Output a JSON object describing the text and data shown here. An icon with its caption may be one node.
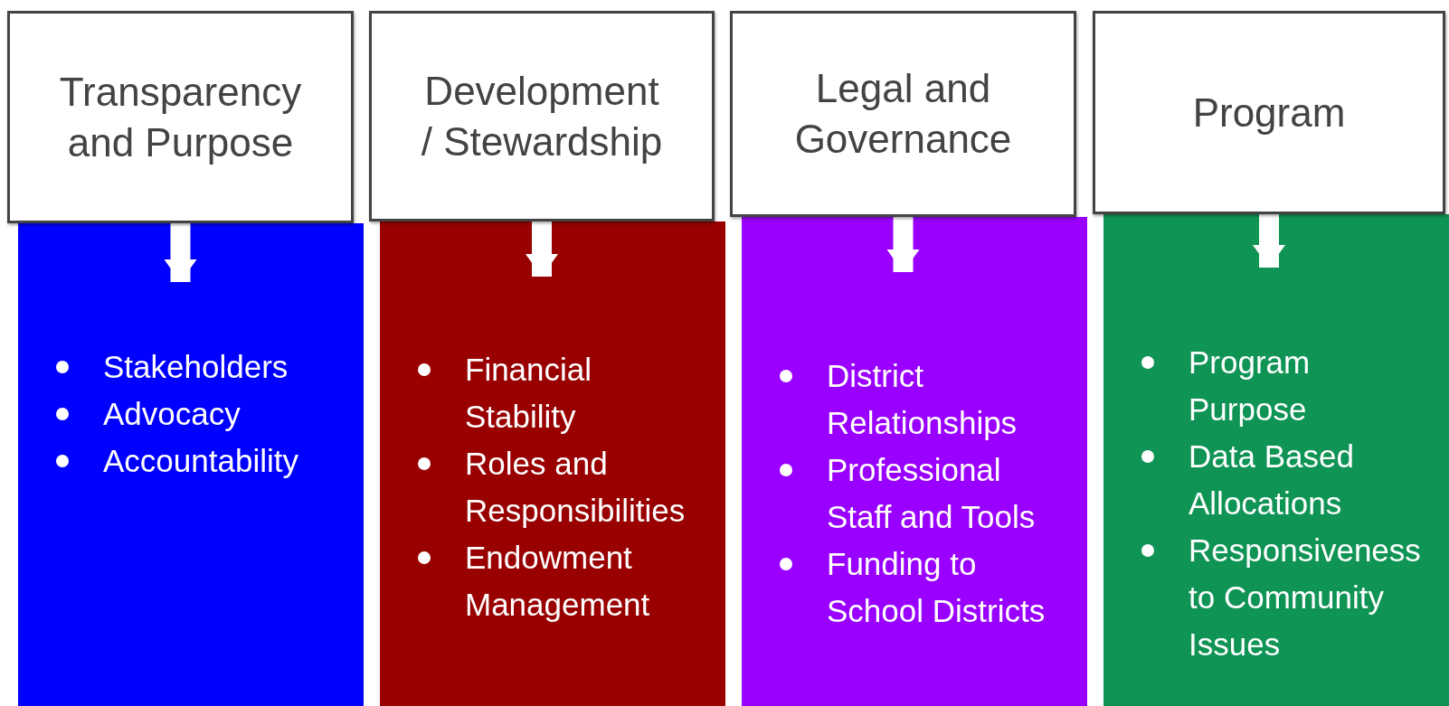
{
  "diagram": {
    "nodes": [
      {
        "text": [
          "Transparency and Purpose"
        ]
      },
      {
        "text": [],
        "shape": "bar"
      },
      {
        "text": [
          "Stakeholders",
          "Advocacy",
          "Accountability"
        ],
        "in": 1
      },
      {
        "text": [
          "Development / Stewardship"
        ]
      },
      {
        "text": [],
        "shape": "bar"
      },
      {
        "text": [
          "Financial Stability",
          "Roles and Responsibilities",
          "Endowment Management"
        ],
        "in": 4
      },
      {
        "text": [
          "Legal and Governance"
        ]
      },
      {
        "text": [],
        "shape": "bar"
      },
      {
        "text": [
          "District Relationships",
          "Professional Staff and Tools",
          "Funding to School Districts"
        ],
        "in": 7
      },
      {
        "text": [
          "Program"
        ]
      },
      {
        "text": [],
        "shape": "bar"
      },
      {
        "text": [
          "Program Purpose",
          "Data Based Allocations",
          "Responsiveness to Community Issues"
        ],
        "in": 10
      }
    ],
    "edges": [
      {
        "from": 0,
        "to": 2,
        "arrow": "to"
      },
      {
        "from": 3,
        "to": 5,
        "arrow": "to"
      },
      {
        "from": 6,
        "to": 8,
        "arrow": "to"
      },
      {
        "from": 9,
        "to": 11,
        "arrow": "to"
      }
    ]
  }
}
